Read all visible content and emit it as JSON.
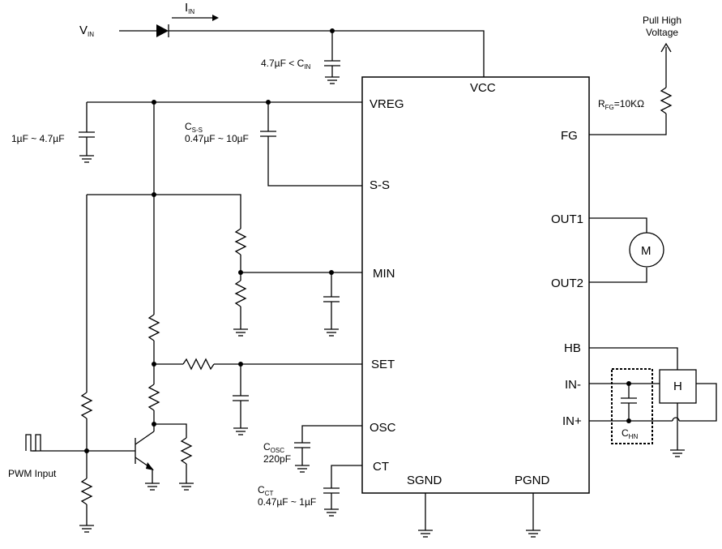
{
  "supply": {
    "vin_main": "V",
    "vin_sub": "IN",
    "iin_main": "I",
    "iin_sub": "IN",
    "cin_pre": "4.7µF < C",
    "cin_sub": "IN"
  },
  "ic_pins": {
    "vcc": "VCC",
    "vreg": "VREG",
    "ss": "S-S",
    "min": "MIN",
    "set": "SET",
    "osc": "OSC",
    "ct": "CT",
    "sgnd": "SGND",
    "pgnd": "PGND",
    "fg": "FG",
    "out1": "OUT1",
    "out2": "OUT2",
    "hb": "HB",
    "in_minus": "IN-",
    "in_plus": "IN+"
  },
  "components": {
    "vreg_cap": "1µF ~ 4.7µF",
    "css_main": "C",
    "css_sub": "S-S",
    "css_value": "0.47µF ~ 10µF",
    "cosc_main": "C",
    "cosc_sub": "OSC",
    "cosc_value": "220pF",
    "cct_main": "C",
    "cct_sub": "CT",
    "cct_value": "0.47µF ~ 1µF",
    "rfg_main": "R",
    "rfg_sub": "FG",
    "rfg_value": "=10KΩ",
    "pull_high_line1": "Pull High",
    "pull_high_line2": "Voltage",
    "motor": "M",
    "hall": "H",
    "chn_main": "C",
    "chn_sub": "HN",
    "pwm_input": "PWM Input"
  }
}
